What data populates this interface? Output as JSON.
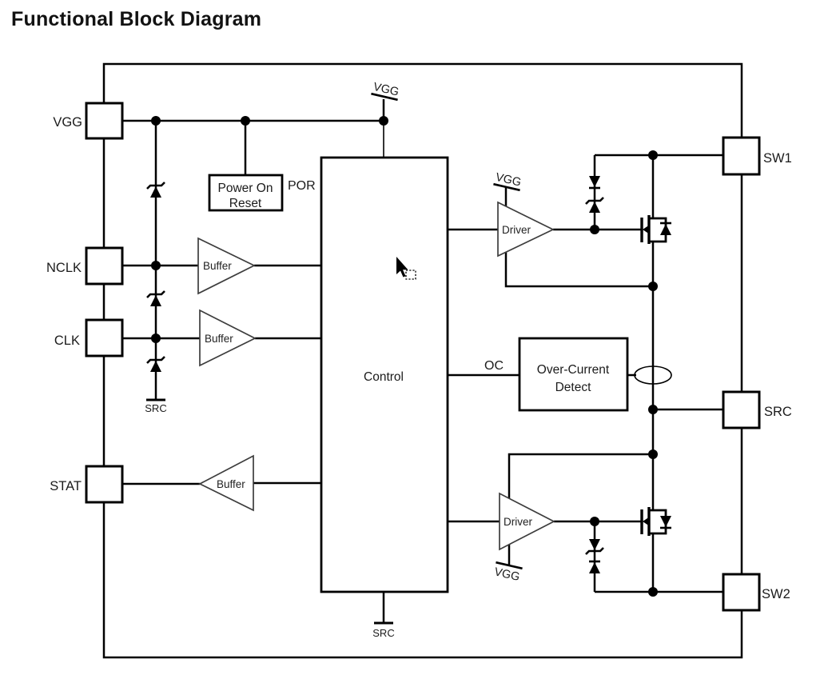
{
  "title": "Functional Block Diagram",
  "pins": {
    "vgg": "VGG",
    "nclk": "NCLK",
    "clk": "CLK",
    "stat": "STAT",
    "sw1": "SW1",
    "src": "SRC",
    "sw2": "SW2"
  },
  "blocks": {
    "por_line1": "Power On",
    "por_line2": "Reset",
    "control": "Control",
    "ocd_line1": "Over-Current",
    "ocd_line2": "Detect"
  },
  "amps": {
    "buffer": "Buffer",
    "driver": "Driver"
  },
  "nets": {
    "por": "POR",
    "oc": "OC",
    "vgg": "VGG",
    "src": "SRC"
  },
  "colors": {
    "wire": "#000000",
    "amp_stroke": "#3d3d3d",
    "background": "#ffffff",
    "title_color": "#121212"
  }
}
